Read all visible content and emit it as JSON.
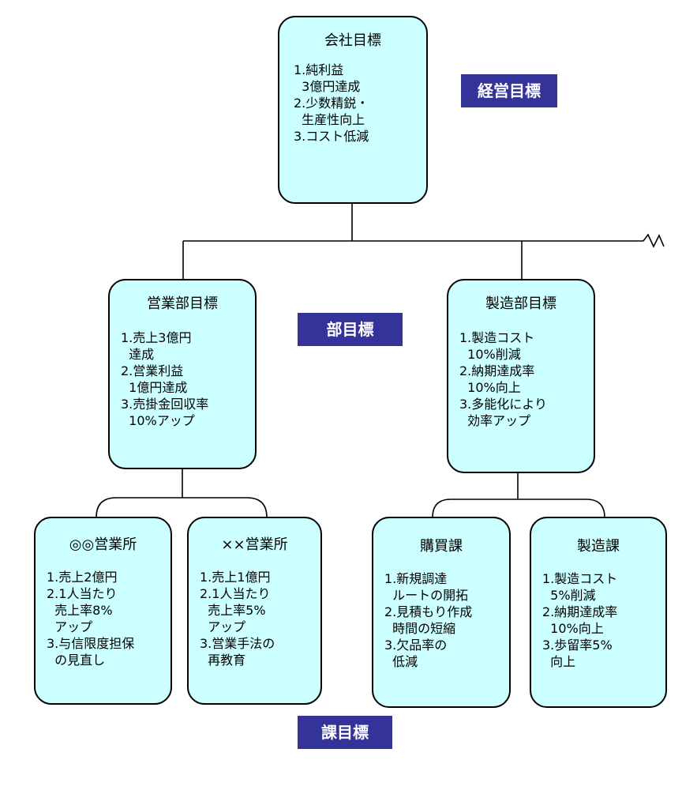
{
  "nodes": {
    "company": {
      "title": "会社目標",
      "items": [
        "1.純利益",
        "  3億円達成",
        "2.少数精鋭・",
        "  生産性向上",
        "3.コスト低減"
      ]
    },
    "sales_dept": {
      "title": "営業部目標",
      "items": [
        "1.売上3億円",
        "  達成",
        "2.営業利益",
        "  1億円達成",
        "3.売掛金回収率",
        "  10%アップ"
      ]
    },
    "mfg_dept": {
      "title": "製造部目標",
      "items": [
        "1.製造コスト",
        "  10%削減",
        "2.納期達成率",
        "  10%向上",
        "3.多能化により",
        "  効率アップ"
      ]
    },
    "office_a": {
      "title": "◎◎営業所",
      "items": [
        "1.売上2億円",
        "2.1人当たり",
        "  売上率8%",
        "  アップ",
        "3.与信限度担保",
        "  の見直し"
      ]
    },
    "office_b": {
      "title": "××営業所",
      "items": [
        "1.売上1億円",
        "2.1人当たり",
        "  売上率5%",
        "  アップ",
        "3.営業手法の",
        "  再教育"
      ]
    },
    "purchasing": {
      "title": "購買課",
      "items": [
        "1.新規調達",
        "  ルートの開拓",
        "2.見積もり作成",
        "  時間の短縮",
        "3.欠品率の",
        "  低減"
      ]
    },
    "manufacturing": {
      "title": "製造課",
      "items": [
        "1.製造コスト",
        "  5%削減",
        "2.納期達成率",
        "  10%向上",
        "3.歩留率5%",
        "  向上"
      ]
    }
  },
  "labels": {
    "management": "経営目標",
    "department": "部目標",
    "section": "課目標"
  }
}
